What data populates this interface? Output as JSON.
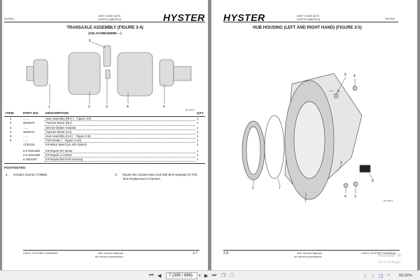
{
  "left_page": {
    "date": "04/2021",
    "unit_code": "UNIT CODE A276",
    "region": "NORTH AMERICA",
    "logo": "HYSTER",
    "title": "TRANSAXLE ASSEMBLY (FIGURE 3-4)",
    "subtitle": "(S/N A276B04808M ---)",
    "figure_id": "BP-06674",
    "callouts": [
      "6",
      "1",
      "2",
      "3",
      "4",
      "5"
    ],
    "table": {
      "headers": [
        "ITEM",
        "PART NO.",
        "DESCRIPTION",
        "QTY"
      ],
      "rows": [
        {
          "item": "1",
          "part": ".......",
          "desc": "Hub Assembly (RH) (☞Figure 3-5)",
          "qty": "1"
        },
        {
          "item": "2",
          "part": "4024572",
          "desc": "Traction Motor (RH)",
          "qty": "1"
        },
        {
          "item": "3",
          "part": ".......",
          "desc": "Service Brake Actuator",
          "qty": "1"
        },
        {
          "item": "4",
          "part": "4024571",
          "desc": "Traction Motor (LH)",
          "qty": "1"
        },
        {
          "item": "5",
          "part": ".......",
          "desc": "Hub Assembly (LH) (☞Figure 3-5)",
          "qty": "1"
        },
        {
          "item": "6",
          "part": ".......",
          "desc": "Park Brake (☞Figure 3-16)",
          "qty": "1"
        },
        {
          "item": "",
          "part": "1704116",
          "desc": "Kit-Motor Band (UL-EE Option)",
          "qty": "1"
        },
        {
          "item": "",
          "part": "a b 4021465",
          "desc": "Kit-Repair RH Motor",
          "qty": "1"
        },
        {
          "item": "",
          "part": "a b 4021466",
          "desc": "Kit-Repair LH Motor",
          "qty": "1"
        },
        {
          "item": "",
          "part": "a 4021467",
          "desc": "Kit-Repair Bell End Housing",
          "qty": "1"
        }
      ]
    },
    "footnotes_title": "FOOTNOTES:",
    "footnotes": [
      {
        "key": "a",
        "text": "Includes Seal kit 1708655"
      },
      {
        "key": "b",
        "text": "Repair Kits contain Motor and both Bell Housings for First Time Replacement of Motors."
      }
    ],
    "footer_company": "©2021 HYSTER COMPANY",
    "footer_note1": "See Service Manual",
    "footer_note2": "for service procedures.",
    "page_number": "3-7"
  },
  "right_page": {
    "logo": "HYSTER",
    "unit_code": "UNIT CODE A276",
    "region": "NORTH AMERICA",
    "date": "04/2021",
    "title": "HUB HOUSING (LEFT AND RIGHT HAND) (FIGURE 3-5)",
    "figure_id": "BP-06672",
    "callouts": [
      "6",
      "5",
      "4",
      "2",
      "7",
      "1",
      "3",
      "8",
      "4",
      "3"
    ],
    "page_number": "3-8",
    "footer_note1": "See Service Manual",
    "footer_note2": "for service procedures.",
    "footer_company": "©2021 HYSTER COMPANY"
  },
  "toolbar": {
    "page_field": "7 (395 / 888)",
    "zoom": "69.92%"
  },
  "watermark": {
    "line1": "Activate W",
    "line2": "Go to Settings"
  }
}
